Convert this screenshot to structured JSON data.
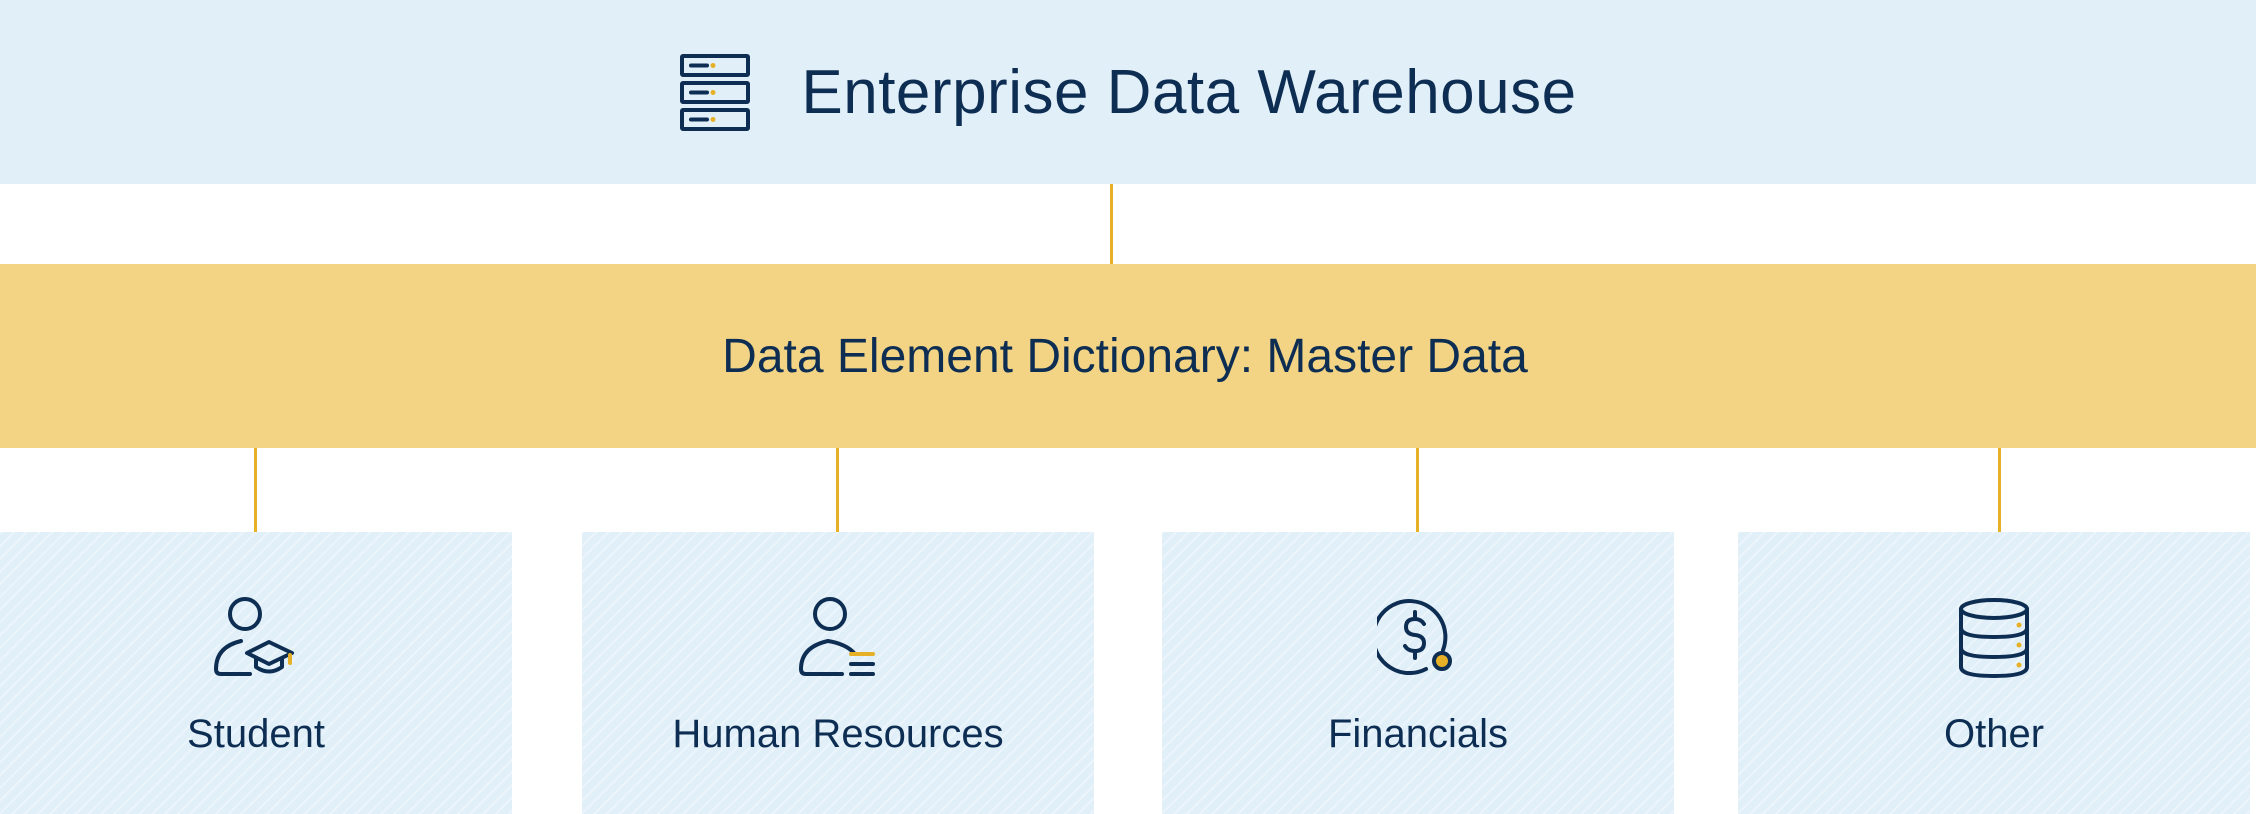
{
  "header": {
    "title": "Enterprise Data Warehouse",
    "icon": "server-icon"
  },
  "dictionary": {
    "title": "Data Element Dictionary: Master Data"
  },
  "categories": [
    {
      "label": "Student",
      "icon": "student-graduation-cap-icon"
    },
    {
      "label": "Human Resources",
      "icon": "person-list-icon"
    },
    {
      "label": "Financials",
      "icon": "dollar-circle-icon"
    },
    {
      "label": "Other",
      "icon": "database-icon"
    }
  ],
  "colors": {
    "header_background": "#e1eff9",
    "dictionary_background": "#f3d485",
    "card_background": "#e1eff9",
    "connector": "#e6b027",
    "text": "#0d2e52",
    "accent": "#e6b027"
  }
}
